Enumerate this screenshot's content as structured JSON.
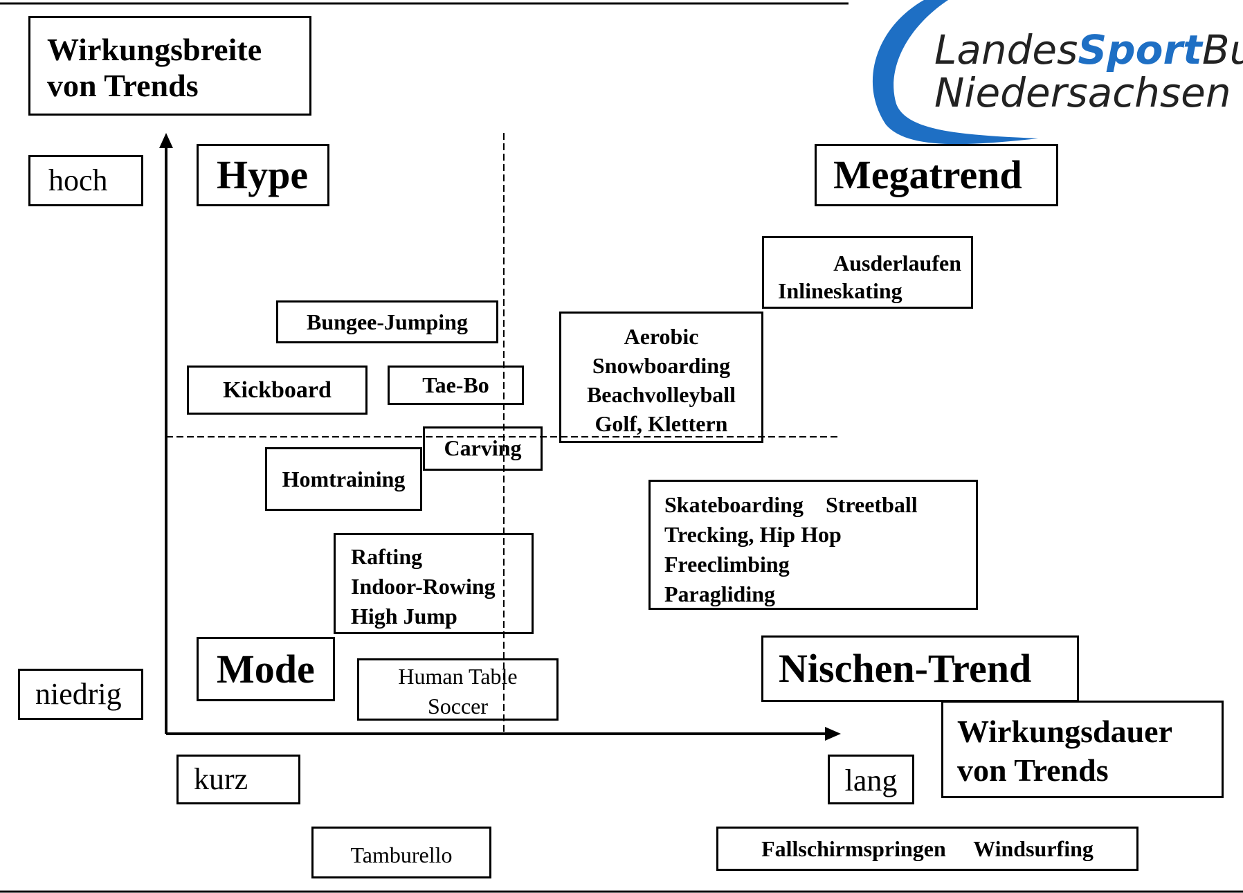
{
  "logo": {
    "line1_a": "Landes",
    "line1_b": "Sport",
    "line1_c": "Bur",
    "line2": "Niedersachsen e.",
    "accent": "#1e6fc4"
  },
  "y_axis": {
    "title_1": "Wirkungsbreite",
    "title_2": "von Trends",
    "high": "hoch",
    "low": "niedrig"
  },
  "x_axis": {
    "title_1": "Wirkungsdauer",
    "title_2": "von Trends",
    "short": "kurz",
    "long": "lang"
  },
  "quadrants": {
    "top_left": "Hype",
    "top_right": "Megatrend",
    "bottom_left": "Mode",
    "bottom_right": "Nischen-Trend"
  },
  "items": {
    "ausdauer": [
      "Ausderlaufen",
      "Inlineskating"
    ],
    "bungee": "Bungee-Jumping",
    "aerobic": [
      "Aerobic",
      "Snowboarding",
      "Beachvolleyball",
      "Golf, Klettern"
    ],
    "kickboard": "Kickboard",
    "taebo": "Tae-Bo",
    "carving": "Carving",
    "homtraining": "Homtraining",
    "skate": [
      "Skateboarding    Streetball",
      "Trecking, Hip Hop",
      "Freeclimbing",
      "Paragliding"
    ],
    "rafting": [
      "Rafting",
      "Indoor-Rowing",
      "High Jump"
    ],
    "human_table": [
      "Human Table",
      "Soccer"
    ],
    "tamburello": "Tamburello",
    "fallschirm": "Fallschirmspringen     Windsurfing"
  }
}
